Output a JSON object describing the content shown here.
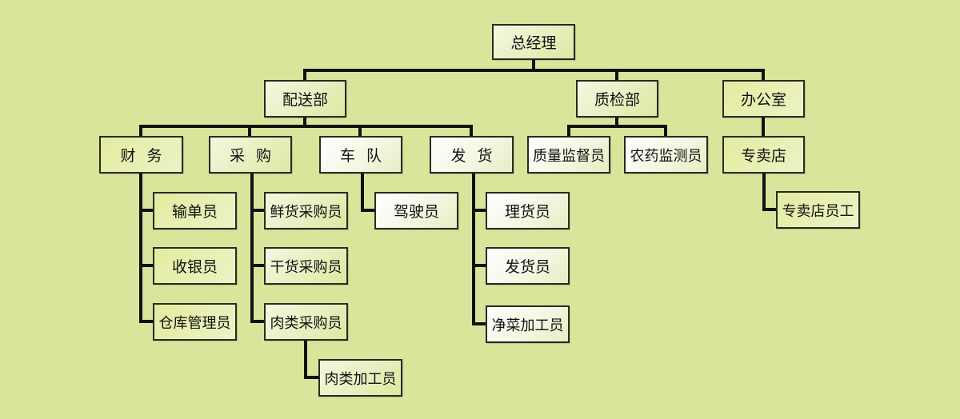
{
  "diagram": {
    "type": "org-chart",
    "background_color": "#d8e59b",
    "line_color": "#111111",
    "root": "总经理",
    "departments": [
      {
        "name": "配送部",
        "units": [
          {
            "name": "财务",
            "members": [
              "输单员",
              "收银员",
              "仓库管理员"
            ]
          },
          {
            "name": "采购",
            "members": [
              "鲜货采购员",
              "干货采购员",
              "肉类采购员"
            ],
            "sub": {
              "parent": "肉类采购员",
              "member": "肉类加工员"
            }
          },
          {
            "name": "车队",
            "members": [
              "驾驶员"
            ]
          },
          {
            "name": "发货",
            "members": [
              "理货员",
              "发货员",
              "净菜加工员"
            ]
          }
        ]
      },
      {
        "name": "质检部",
        "units": [
          {
            "name": "质量监督员",
            "members": []
          },
          {
            "name": "农药监测员",
            "members": []
          }
        ]
      },
      {
        "name": "办公室",
        "units": [
          {
            "name": "专卖店",
            "members": [
              "专卖店员工"
            ]
          }
        ]
      }
    ]
  },
  "labels": {
    "root": "总经理",
    "dept_peisong": "配送部",
    "dept_zhijian": "质检部",
    "dept_bangong": "办公室",
    "unit_caiwu": "财务",
    "unit_caigou": "采购",
    "unit_chedui": "车队",
    "unit_fahuo": "发货",
    "unit_zhiliang": "质量监督员",
    "unit_nongyao": "农药监测员",
    "unit_zhuanmai": "专卖店",
    "m_shudan": "输单员",
    "m_shouyin": "收银员",
    "m_cangku": "仓库管理员",
    "m_xianhuo": "鲜货采购员",
    "m_ganhuo": "干货采购员",
    "m_roulei": "肉类采购员",
    "m_rouleijiagong": "肉类加工员",
    "m_jiashi": "驾驶员",
    "m_lihuo": "理货员",
    "m_fahuo": "发货员",
    "m_jingcai": "净菜加工员",
    "m_zhuanmaiyuangong": "专卖店员工"
  }
}
